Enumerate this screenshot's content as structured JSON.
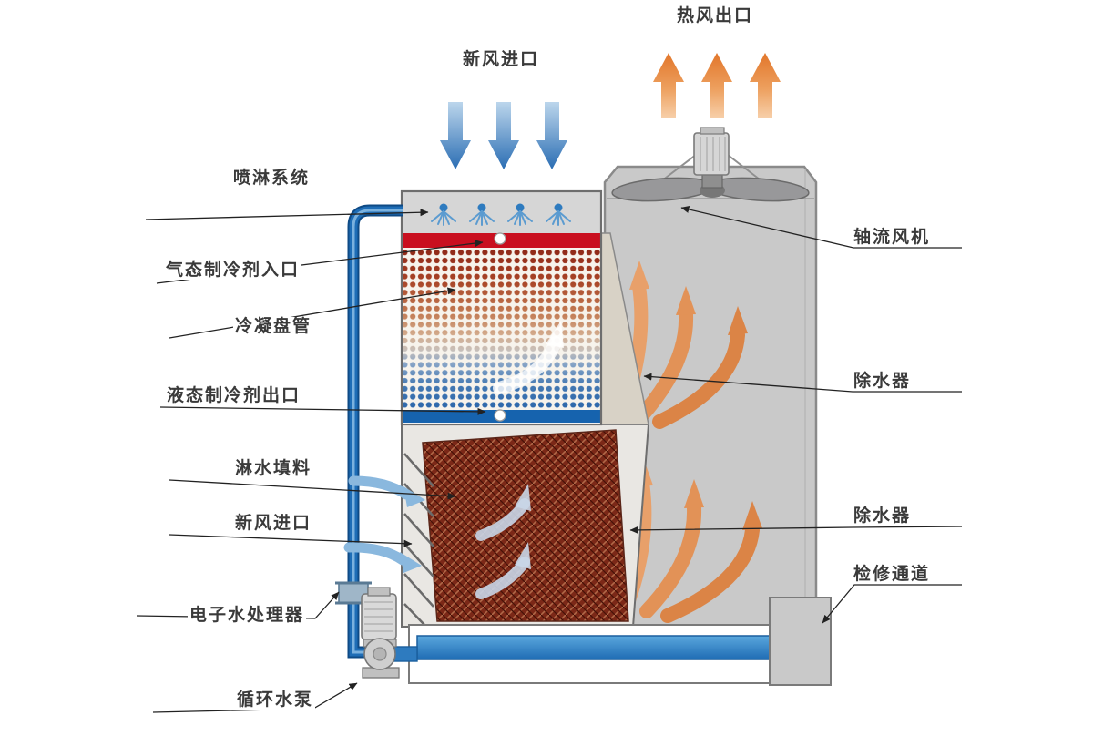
{
  "labels": {
    "hot_air_outlet": "热风出口",
    "fresh_air_inlet_top": "新风进口",
    "spray_system": "喷淋系统",
    "gas_refrigerant_inlet": "气态制冷剂入口",
    "condensing_coil": "冷凝盘管",
    "liquid_refrigerant_outlet": "液态制冷剂出口",
    "fill_packing": "淋水填料",
    "fresh_air_inlet_left": "新风进口",
    "electronic_water_processor": "电子水处理器",
    "circulating_pump": "循环水泵",
    "axial_fan": "轴流风机",
    "drift_eliminator_upper": "除水器",
    "drift_eliminator_lower": "除水器",
    "access_passage": "检修通道"
  },
  "colors": {
    "body_gray": "#c9c9c9",
    "pipe_blue": "#1e6db6",
    "water_blue": "#2e7bbf",
    "hot_air_orange": "#e0873f",
    "fresh_air_blue": "#2f74b8",
    "refrigerant_inlet_red": "#c90f1f",
    "refrigerant_outlet_blue": "#1663ae",
    "fill_brick_red": "#7b2817",
    "leader_line": "#222222"
  }
}
